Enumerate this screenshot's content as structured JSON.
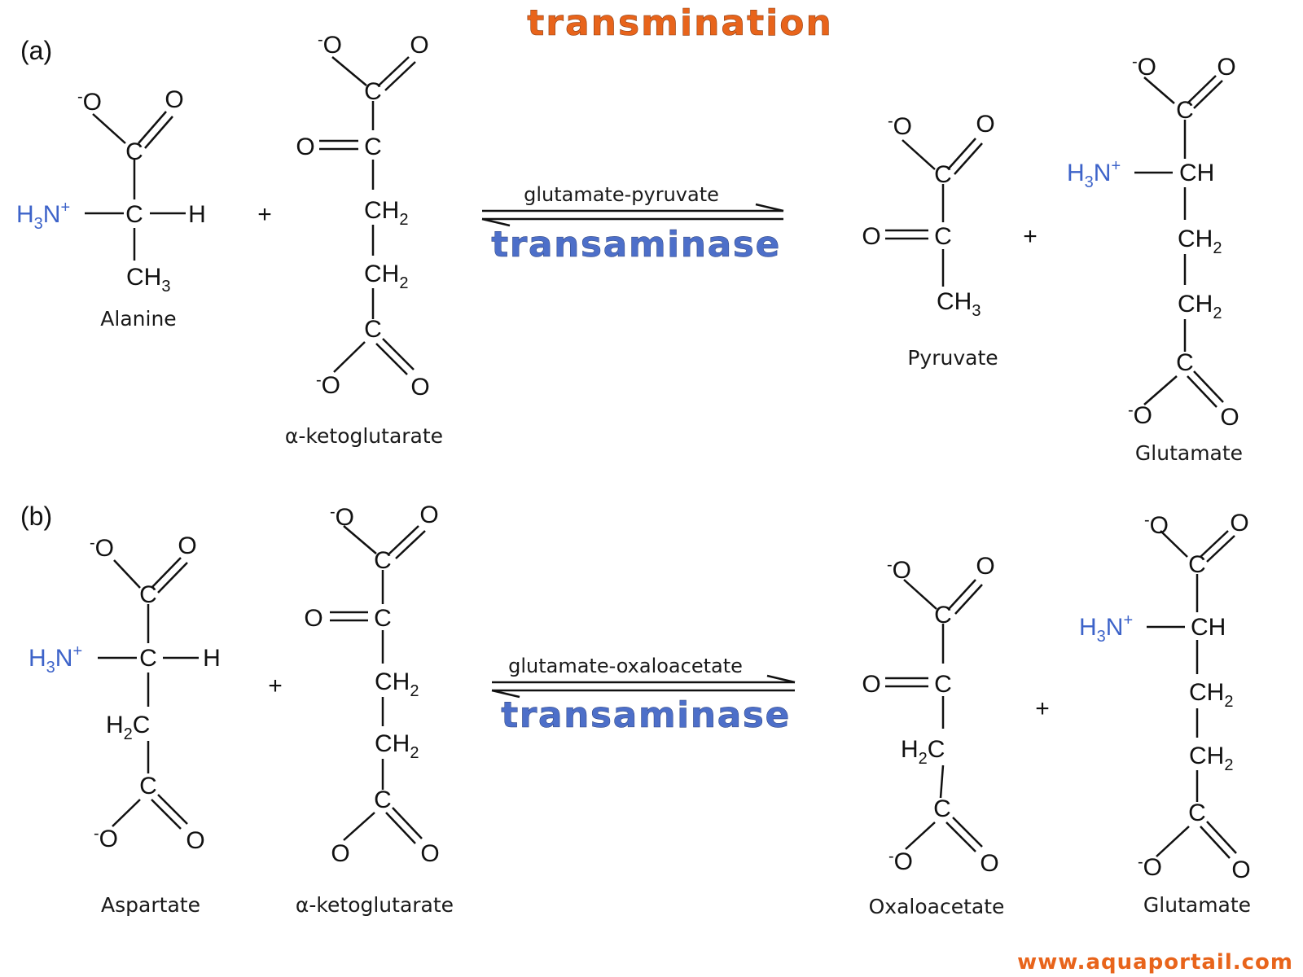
{
  "title": "transmination",
  "website": "www.aquaportail.com",
  "atoms": {
    "carbon": "C",
    "oxygen": "O",
    "oxide": "O",
    "charge": "-",
    "hydrogen": "H",
    "ch": "CH",
    "ch2": "CH",
    "ch3": "CH",
    "h2c_h": "H",
    "h2c_c": "C",
    "sub2": "2",
    "sub3": "3",
    "amine_h": "H",
    "amine_sub": "3",
    "amine_n": "N",
    "amine_sup": "+",
    "plus_sign": "+"
  },
  "reactions": [
    {
      "panel": "(a)",
      "enzyme_name": "glutamate-pyruvate",
      "enzyme_class": "transaminase",
      "reactants": [
        "Alanine",
        "α-ketoglutarate"
      ],
      "products": [
        "Pyruvate",
        "Glutamate"
      ]
    },
    {
      "panel": "(b)",
      "enzyme_name": "glutamate-oxaloacetate",
      "enzyme_class": "transaminase",
      "reactants": [
        "Aspartate",
        "α-ketoglutarate"
      ],
      "products": [
        "Oxaloacetate",
        "Glutamate"
      ]
    }
  ]
}
